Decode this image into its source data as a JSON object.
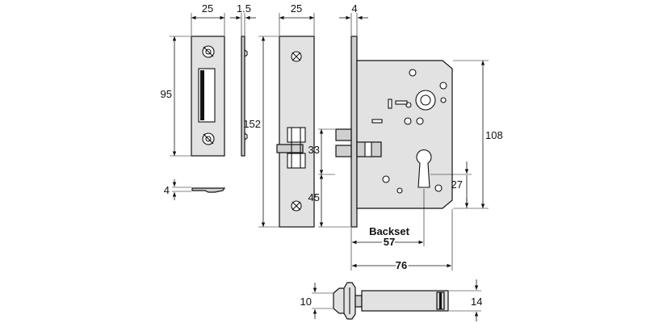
{
  "dimensions": {
    "strike_width": "25",
    "strike_thickness_side": "1.5",
    "strike_height": "95",
    "strike_plate_thickness": "4",
    "forend_width": "25",
    "forend_height": "152",
    "forend_thickness": "4",
    "latch_to_bolt": "33",
    "bolt_to_bottom": "45",
    "case_height": "108",
    "cylinder_offset": "27",
    "backset_label": "Backset",
    "backset": "57",
    "overall_depth": "76",
    "spindle_small": "10",
    "spindle_large": "14"
  }
}
